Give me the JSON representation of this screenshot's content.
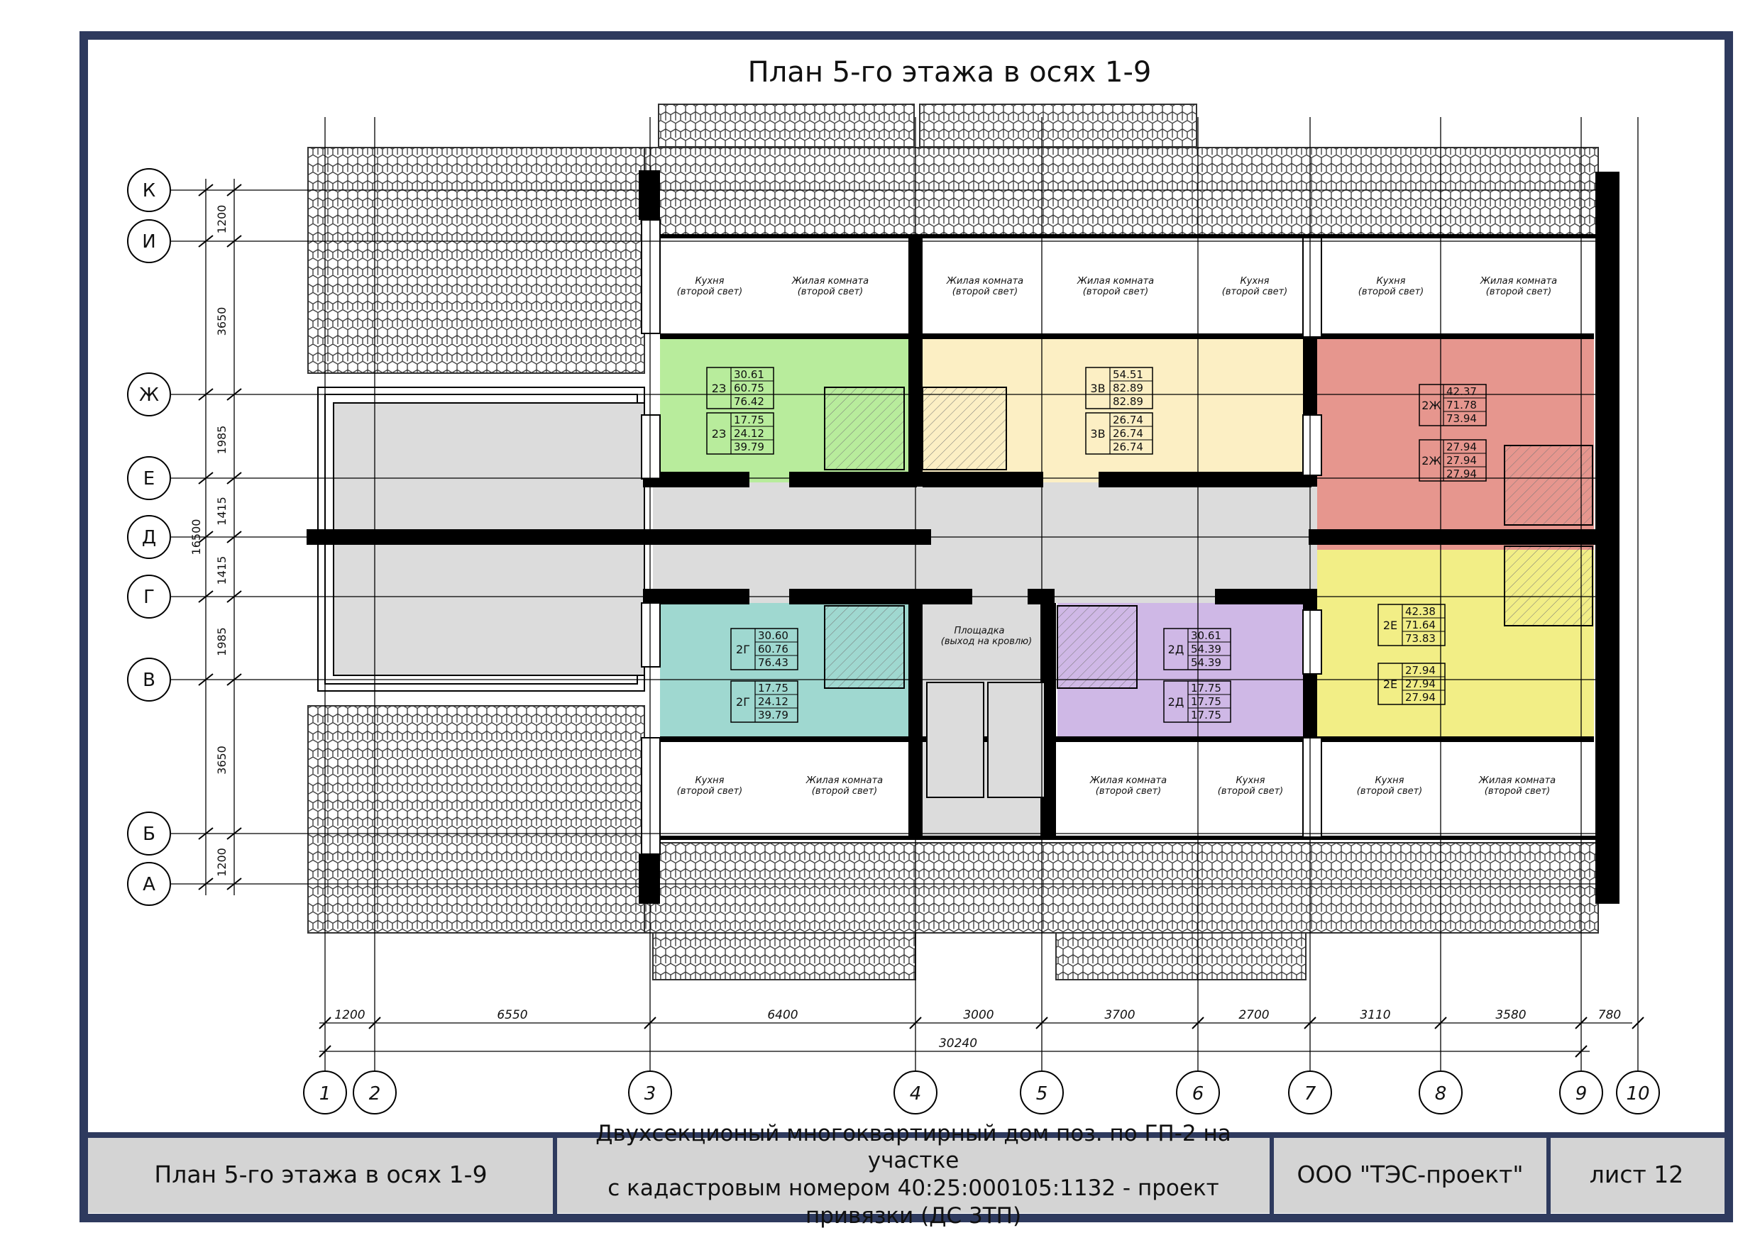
{
  "sheet_title": "План 5-го этажа в осях 1-9",
  "axes_rows": [
    "К",
    "И",
    "Ж",
    "Е",
    "Д",
    "Г",
    "В",
    "Б",
    "А"
  ],
  "axes_cols": [
    "1",
    "2",
    "3",
    "4",
    "5",
    "6",
    "7",
    "8",
    "9",
    "10"
  ],
  "dims_vertical": [
    "1200",
    "3650",
    "1985",
    "1415",
    "1415",
    "1985",
    "3650",
    "1200"
  ],
  "dim_vertical_total": "16500",
  "dims_horizontal": [
    "1200",
    "6550",
    "6400",
    "3000",
    "3700",
    "2700",
    "3110",
    "3580",
    "780"
  ],
  "dim_horizontal_total": "30240",
  "room_labels": {
    "kitchen": "Кухня",
    "living": "Жилая комната",
    "second_light": "(второй свет)",
    "landing": "Площадка",
    "landing_sub": "(выход на кровлю)"
  },
  "apartments": [
    {
      "code": "2З",
      "color": "#b8ec9c",
      "upper": [
        "30.61",
        "60.75",
        "76.42"
      ],
      "lower": [
        "17.75",
        "24.12",
        "39.79"
      ]
    },
    {
      "code": "3В",
      "color": "#fcefc4",
      "upper": [
        "54.51",
        "82.89",
        "82.89"
      ],
      "lower": [
        "26.74",
        "26.74",
        "26.74"
      ]
    },
    {
      "code": "2Ж",
      "color": "#e6968e",
      "upper": [
        "42.37",
        "71.78",
        "73.94"
      ],
      "lower": [
        "27.94",
        "27.94",
        "27.94"
      ]
    },
    {
      "code": "2Г",
      "color": "#9fd8d0",
      "upper": [
        "30.60",
        "60.76",
        "76.43"
      ],
      "lower": [
        "17.75",
        "24.12",
        "39.79"
      ]
    },
    {
      "code": "2Д",
      "color": "#cfb8e6",
      "upper": [
        "30.61",
        "54.39",
        "54.39"
      ],
      "lower": [
        "17.75",
        "17.75",
        "17.75"
      ]
    },
    {
      "code": "2Е",
      "color": "#f2ee86",
      "upper": [
        "42.38",
        "71.64",
        "73.83"
      ],
      "lower": [
        "27.94",
        "27.94",
        "27.94"
      ]
    }
  ],
  "stamp": {
    "drawing_name": "План 5-го этажа в осях 1-9",
    "project_line1": "Двухсекционый многоквартирный дом поз. по ГП-2 на участке",
    "project_line2": "с кадастровым номером 40:25:000105:1132 - проект привязки (ДС 3ТП)",
    "company": "ООО \"ТЭС-проект\"",
    "sheet": "лист 12"
  },
  "colors": {
    "frame": "#2e3a5e",
    "stamp_bg": "#d4d4d4",
    "corridor": "#dcdcdc",
    "wall": "#000000"
  }
}
